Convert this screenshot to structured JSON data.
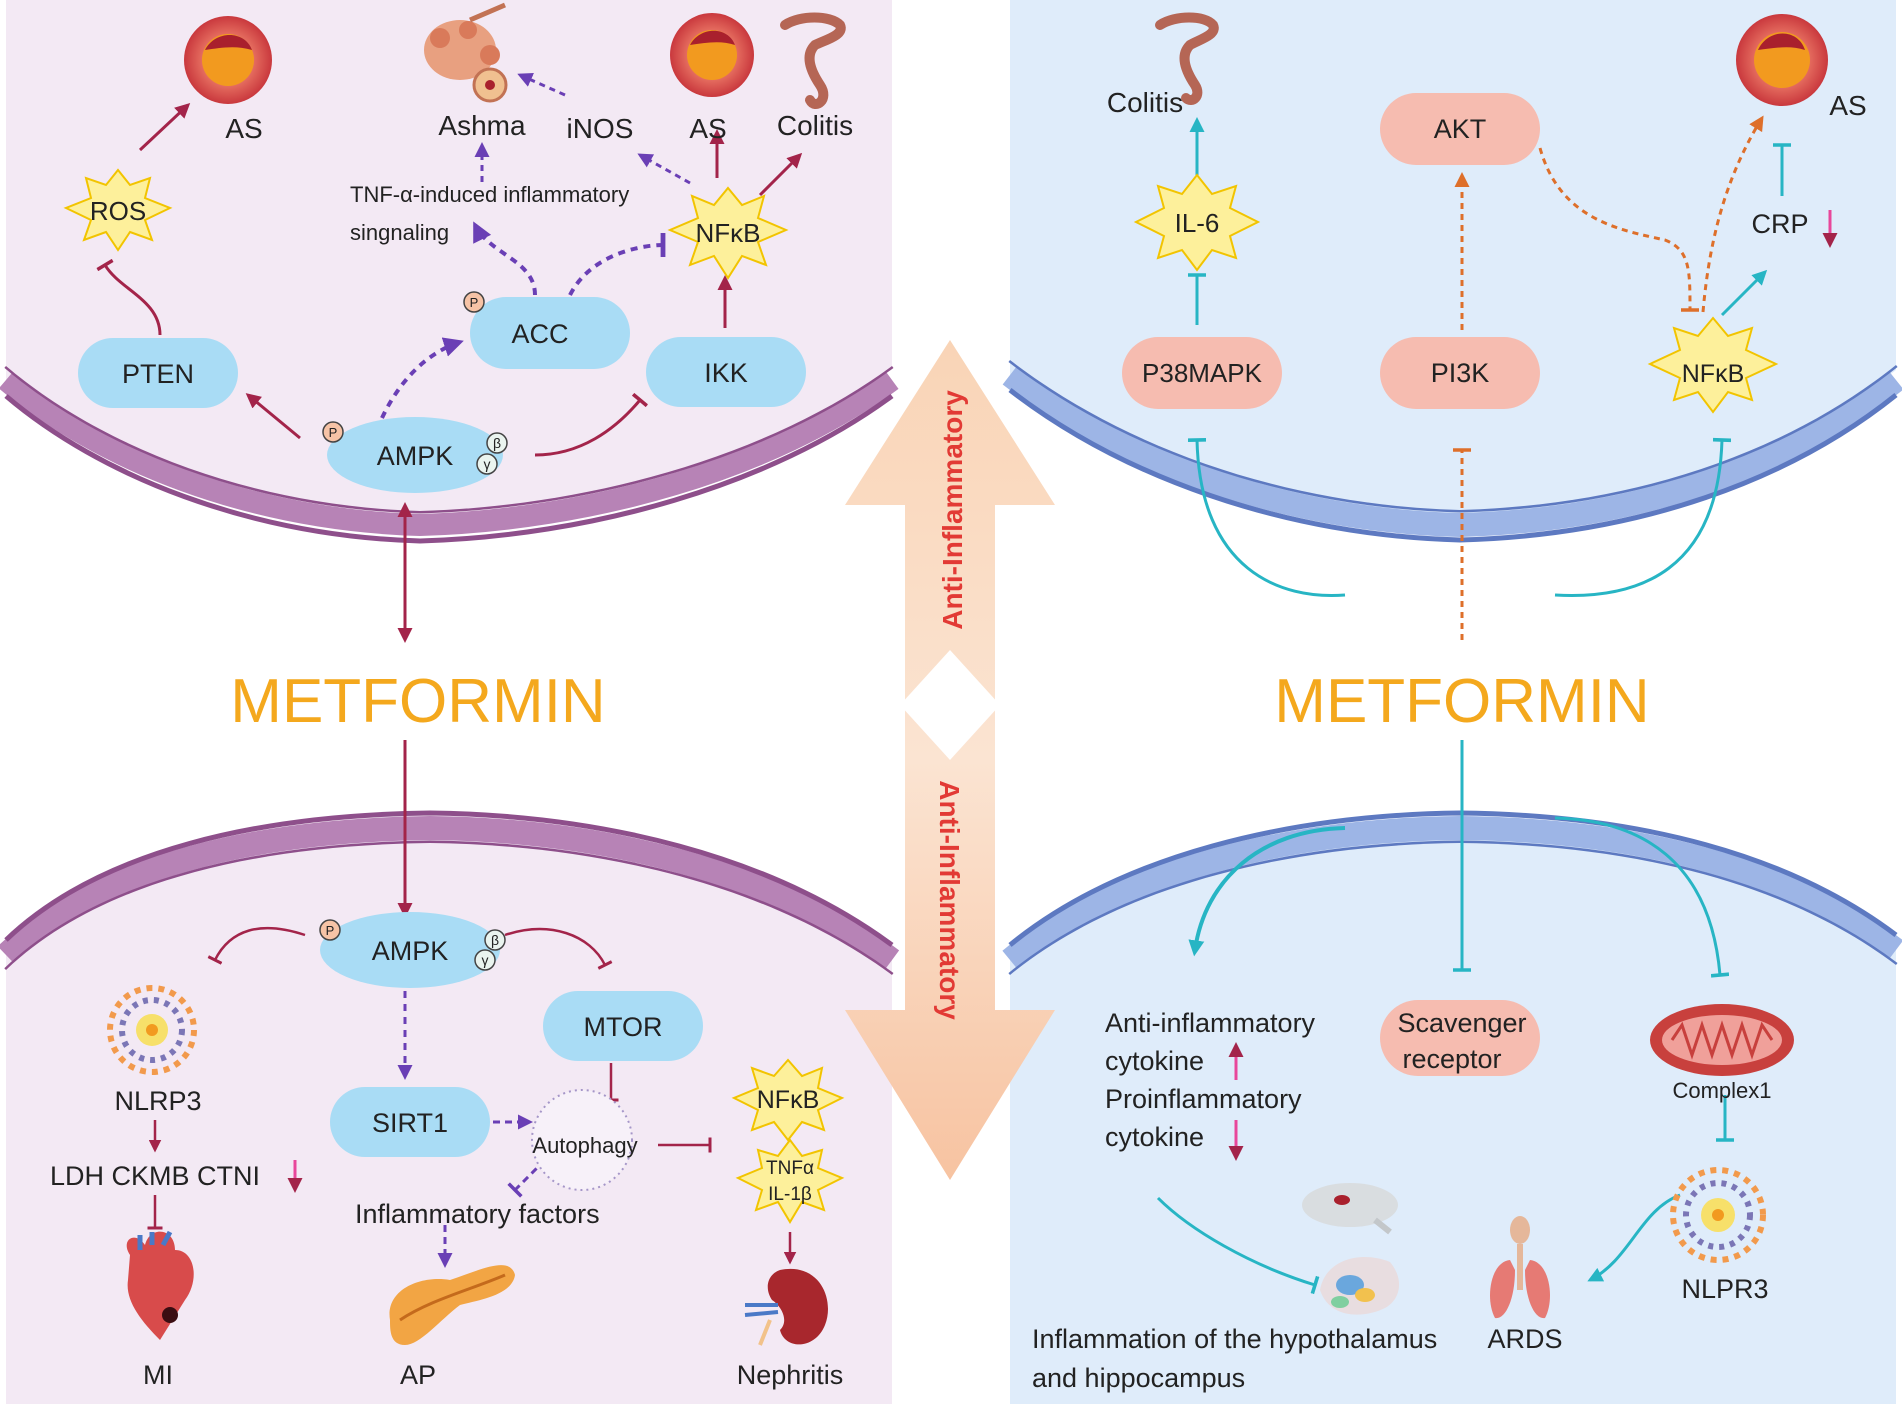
{
  "colors": {
    "membrane_purple": "#a56aa3",
    "membrane_blue": "#6e8fd0",
    "panel_purple": "#f3e9f4",
    "panel_blue": "#dfecfa",
    "node_blue": "#a9dcf5",
    "node_salmon": "#f6bcb0",
    "metformin_orange": "#f4a81d",
    "arrow_red": "#a3244a",
    "arrow_purple": "#6a3fb5",
    "arrow_teal": "#27b5c4",
    "arrow_orange": "#de6f2a",
    "star_yellow": "#fdf09b",
    "up_down_pink": "#e8479b",
    "anti_inflammatory_red": "#e23a35",
    "double_arrow_peach": "#f8caaa"
  },
  "metformin": {
    "left": "METFORMIN",
    "right": "METFORMIN"
  },
  "center": {
    "top_label": "Anti-Inflammatory",
    "bottom_label": "Anti-Inflammatory"
  },
  "top_left": {
    "pten": "PTEN",
    "ros": "ROS",
    "as1": "AS",
    "ampk": "AMPK",
    "acc": "ACC",
    "ikk": "IKK",
    "nfkb": "NFκB",
    "tnf_line1": "TNF-α-induced inflammatory",
    "tnf_line2": "singnaling",
    "ashma": "Ashma",
    "inos": "iNOS",
    "as2": "AS",
    "colitis": "Colitis",
    "p": "P",
    "beta": "β",
    "gamma": "γ"
  },
  "bottom_left": {
    "ampk": "AMPK",
    "nlrp3": "NLRP3",
    "ldh": "LDH CKMB CTNI",
    "mi": "MI",
    "sirt1": "SIRT1",
    "mtor": "MTOR",
    "autophagy": "Autophagy",
    "inflammatory_factors": "Inflammatory factors",
    "ap": "AP",
    "nfkb": "NFκB",
    "tnfa": "TNFα",
    "il1b": "IL-1β",
    "nephritis": "Nephritis",
    "p": "P",
    "beta": "β",
    "gamma": "γ"
  },
  "top_right": {
    "colitis": "Colitis",
    "il6": "IL-6",
    "p38mapk": "P38MAPK",
    "akt": "AKT",
    "pi3k": "PI3K",
    "as": "AS",
    "crp": "CRP",
    "nfkb": "NFκB"
  },
  "bottom_right": {
    "anti_line1": "Anti-inflammatory",
    "anti_line2": "cytokine",
    "pro_line1": "Proinflammatory",
    "pro_line2": "cytokine",
    "scavenger_line1": "Scavenger",
    "scavenger_line2": "receptor",
    "complex1": "Complex1",
    "nlpr3": "NLPR3",
    "hypo_line1": "Inflammation of the hypothalamus",
    "hypo_line2": "and hippocampus",
    "ards": "ARDS"
  }
}
